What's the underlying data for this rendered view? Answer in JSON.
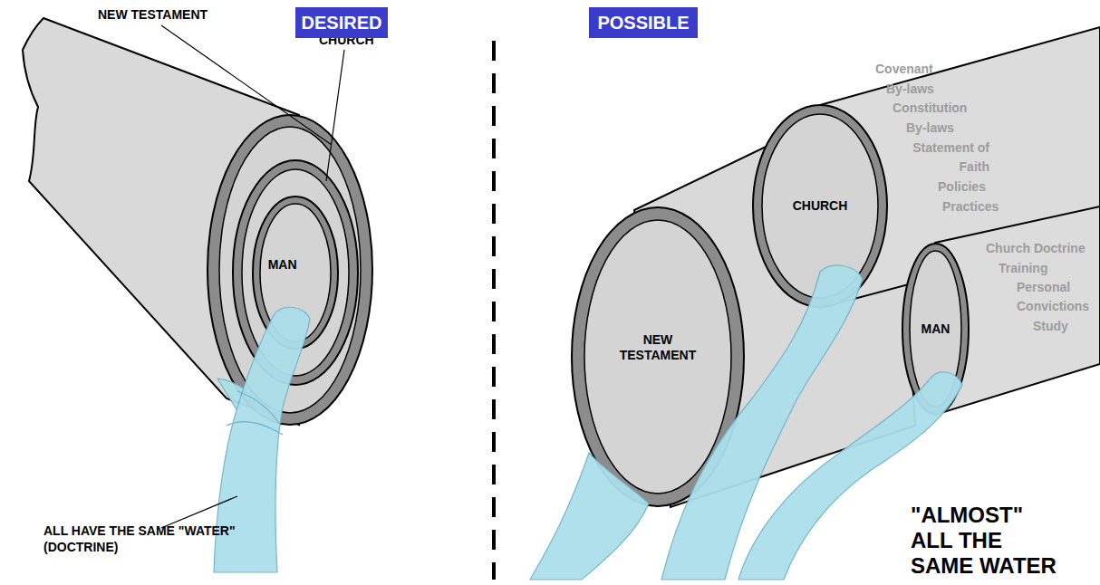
{
  "diagram": {
    "nodes": [
      {
        "text": [
          "NEW TESTAMENT"
        ]
      },
      {
        "text": [
          "CHURCH"
        ],
        "in": 0
      },
      {
        "text": [
          "MAN"
        ],
        "in": 1
      },
      {
        "text": [
          "NEW TESTAMENT"
        ]
      },
      {
        "text": [
          "CHURCH",
          "Covenant",
          "By-laws",
          "Constitution",
          "By-laws",
          "Statement of Faith",
          "Policies",
          "Practices"
        ]
      },
      {
        "text": [
          "MAN",
          "Church Doctrine",
          "Training",
          "Personal Convictions",
          "Study"
        ]
      }
    ],
    "labels": [
      "DESIRED",
      "POSSIBLE",
      "ALL HAVE THE SAME \"WATER\" (DOCTRINE)",
      "\"ALMOST\" ALL THE SAME WATER"
    ]
  }
}
